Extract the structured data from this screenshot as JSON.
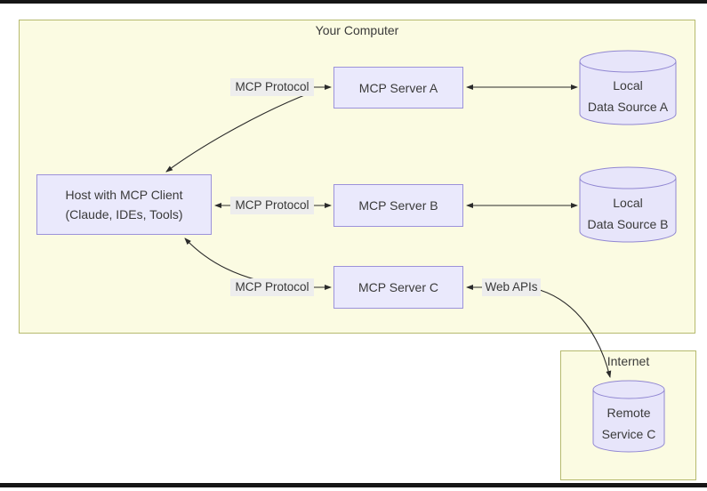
{
  "colors": {
    "container_fill": "#fbfbe2",
    "container_border": "#b6ba6e",
    "node_fill": "#eae9fc",
    "node_border": "#9c92da",
    "cylinder_fill": "#e7e5fa",
    "cylinder_border": "#9187d2",
    "edge_label_bg": "#ededed",
    "arrow": "#2b2b2b",
    "text": "#3a3a3a"
  },
  "containers": {
    "your_computer": "Your Computer",
    "internet": "Internet"
  },
  "nodes": {
    "host": {
      "line1": "Host with MCP Client",
      "line2": "(Claude, IDEs, Tools)"
    },
    "server_a": {
      "label": "MCP Server A"
    },
    "server_b": {
      "label": "MCP Server B"
    },
    "server_c": {
      "label": "MCP Server C"
    },
    "data_source_a": {
      "line1": "Local",
      "line2": "Data Source A"
    },
    "data_source_b": {
      "line1": "Local",
      "line2": "Data Source B"
    },
    "remote_service_c": {
      "line1": "Remote",
      "line2": "Service C"
    }
  },
  "edges": {
    "protocol_a": "MCP Protocol",
    "protocol_b": "MCP Protocol",
    "protocol_c": "MCP Protocol",
    "web_apis": "Web APIs"
  }
}
